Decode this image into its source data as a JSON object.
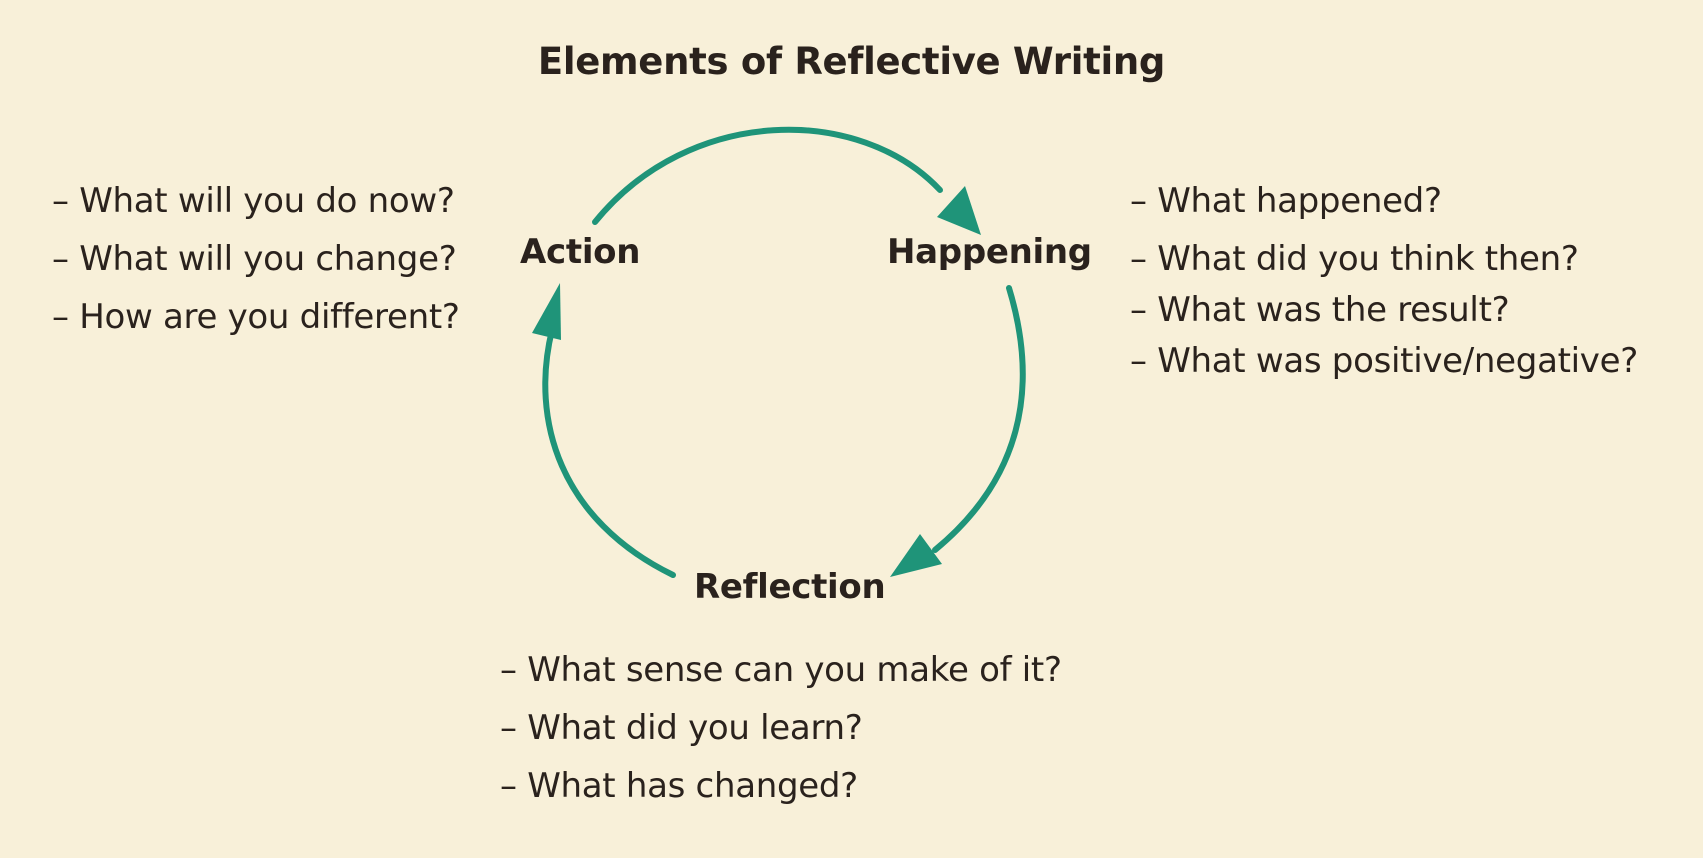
{
  "title": "Elements of Reflective Writing",
  "colors": {
    "background": "#f8f0d9",
    "arrow": "#1f9479",
    "text": "#2a221d"
  },
  "nodes": {
    "action": "Action",
    "happening": "Happening",
    "reflection": "Reflection"
  },
  "action_questions": [
    "– What will you do now?",
    "– What will you change?",
    "– How are you different?"
  ],
  "happening_questions": [
    "– What happened?",
    "– What did you think then?",
    "– What was the result?",
    "– What was positive/negative?"
  ],
  "reflection_questions": [
    "– What sense can you make of it?",
    "– What did you learn?",
    "– What has changed?"
  ]
}
